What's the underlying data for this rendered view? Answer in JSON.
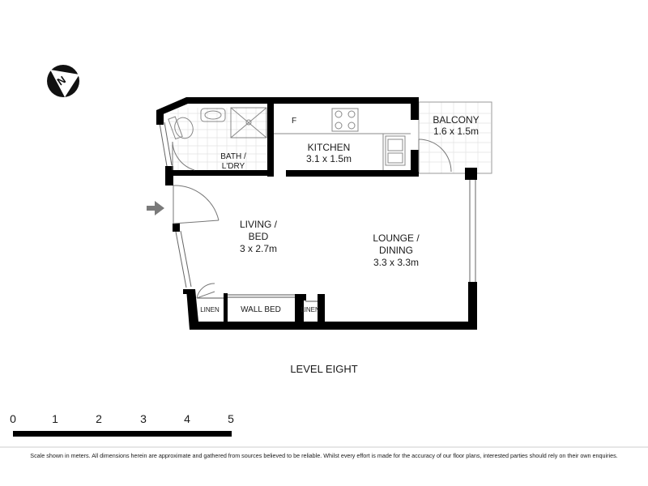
{
  "compass": {
    "letter": "N",
    "icon": "north-arrow-icon"
  },
  "rooms": {
    "bath": {
      "name_line1": "BATH /",
      "name_line2": "L'DRY"
    },
    "kitchen": {
      "name": "KITCHEN",
      "size": "3.1 x 1.5m",
      "fridge": "F"
    },
    "balcony": {
      "name": "BALCONY",
      "size": "1.6 x 1.5m"
    },
    "living": {
      "name_line1": "LIVING /",
      "name_line2": "BED",
      "size": "3 x 2.7m"
    },
    "lounge": {
      "name_line1": "LOUNGE /",
      "name_line2": "DINING",
      "size": "3.3 x 3.3m"
    },
    "linen_left": "LINEN",
    "wall_bed": "WALL BED",
    "linen_right": "LINEN"
  },
  "entry_icon": "entry-arrow-icon",
  "level_label": "LEVEL EIGHT",
  "scale": {
    "ticks": [
      "0",
      "1",
      "2",
      "3",
      "4",
      "5"
    ]
  },
  "disclaimer": "Scale shown in meters. All dimensions herein are approximate and gathered from sources believed to be  reliable. Whilst every effort is made for the accuracy of our floor plans, interested parties should rely on their own enquiries."
}
